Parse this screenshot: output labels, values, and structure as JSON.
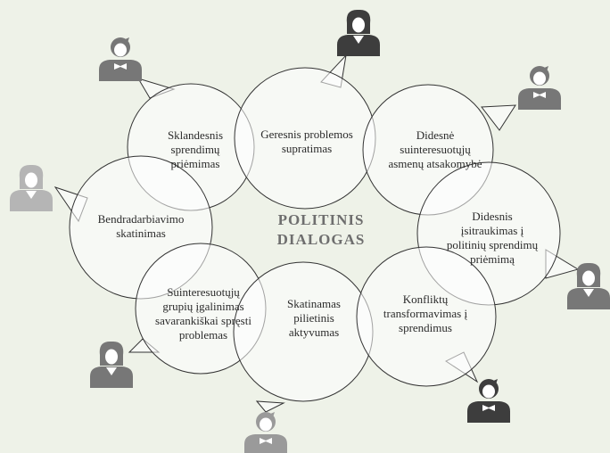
{
  "center_title": "POLITINIS\nDIALOGAS",
  "bubbles": [
    {
      "text": "Sklandesnis\nsprendimų\npriėmimas"
    },
    {
      "text": "Geresnis problemos\nsupratimas"
    },
    {
      "text": "Didesnė\nsuinteresuotųjų\nasmenų atsakomybė"
    },
    {
      "text": "Bendradarbiavimo\nskatinimas"
    },
    {
      "text": "Didesnis\nįsitraukimas į\npolitinių sprendimų\npriėmimą"
    },
    {
      "text": "Suinteresuotųjų\ngrupių įgalinimas\nsavarankiškai spręsti\nproblemas"
    },
    {
      "text": "Skatinamas\npilietinis\naktyvumas"
    },
    {
      "text": "Konfliktų\ntransformavimas į\nsprendimus"
    }
  ],
  "people": [
    {
      "icon": "man-icon",
      "color": "#777777"
    },
    {
      "icon": "woman-icon",
      "color": "#3d3d3d"
    },
    {
      "icon": "man-icon",
      "color": "#777777"
    },
    {
      "icon": "woman-icon",
      "color": "#b5b5b5"
    },
    {
      "icon": "woman-icon",
      "color": "#777777"
    },
    {
      "icon": "woman-icon",
      "color": "#777777"
    },
    {
      "icon": "man-icon",
      "color": "#9a9a9a"
    },
    {
      "icon": "man-icon",
      "color": "#3d3d3d"
    }
  ]
}
